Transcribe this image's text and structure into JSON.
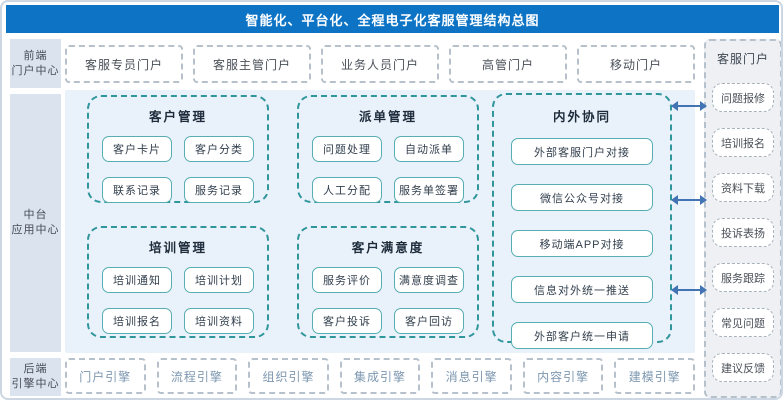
{
  "title": "智能化、平台化、全程电子化客服管理结构总图",
  "left_sidebar": {
    "items": [
      {
        "line1": "前端",
        "line2": "门户中心"
      },
      {
        "line1": "中台",
        "line2": "应用中心"
      },
      {
        "line1": "后端",
        "line2": "引擎中心"
      }
    ]
  },
  "top_row": {
    "items": [
      "客服专员门户",
      "客服主管门户",
      "业务人员门户",
      "高管门户",
      "移动门户"
    ]
  },
  "panels": {
    "customer": {
      "title": "客户管理",
      "items": [
        "客户卡片",
        "客户分类",
        "联系记录",
        "服务记录"
      ]
    },
    "dispatch": {
      "title": "派单管理",
      "items": [
        "问题处理",
        "自动派单",
        "人工分配",
        "服务单签署"
      ]
    },
    "training": {
      "title": "培训管理",
      "items": [
        "培训通知",
        "培训计划",
        "培训报名",
        "培训资料"
      ]
    },
    "satisfaction": {
      "title": "客户满意度",
      "items": [
        "服务评价",
        "满意度调查",
        "客户投诉",
        "客户回访"
      ]
    },
    "collaboration": {
      "title": "内外协同",
      "items": [
        "外部客服门户对接",
        "微信公众号对接",
        "移动端APP对接",
        "信息对外统一推送",
        "外部客户统一申请"
      ]
    }
  },
  "right_sidebar": {
    "title": "客服门户",
    "items": [
      "问题报修",
      "培训报名",
      "资料下载",
      "投诉表扬",
      "服务跟踪",
      "常见问题",
      "建议反馈"
    ]
  },
  "bottom_row": {
    "items": [
      "门户引擎",
      "流程引擎",
      "组织引擎",
      "集成引擎",
      "消息引擎",
      "内容引擎",
      "建模引擎"
    ]
  },
  "colors": {
    "header_bg": "#0d73c5",
    "main_area_bg": "#e9f1fa",
    "side_label_bg": "#dbe3ee",
    "panel_border_teal": "#2f969c",
    "inner_box_border_teal": "#57aeb2",
    "dashed_gray_border": "#b7c1cb",
    "engine_text": "#7d97b0",
    "arrow": "#4273b2"
  }
}
